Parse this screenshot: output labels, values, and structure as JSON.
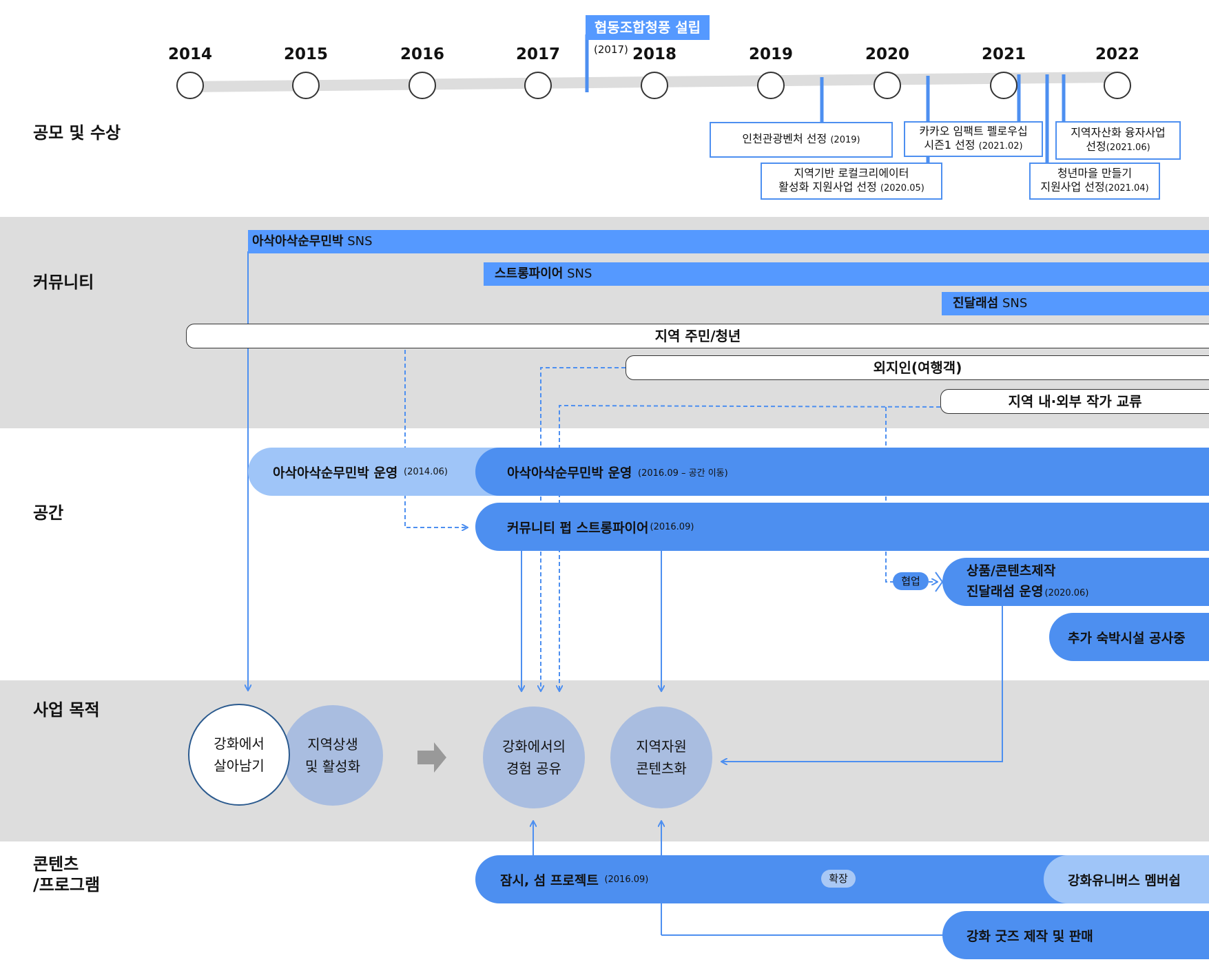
{
  "sections": {
    "awards": "공모 및 수상",
    "community": "커뮤니티",
    "space": "공간",
    "purpose": "사업 목적",
    "content_line1": "콘텐츠",
    "content_line2": "/프로그램"
  },
  "timeline": {
    "years": [
      "2014",
      "2015",
      "2016",
      "2017",
      "2018",
      "2019",
      "2020",
      "2021",
      "2022"
    ],
    "founding_label": "협동조합청풍 설립",
    "founding_year": "(2017)"
  },
  "awards": {
    "a1_line1": "인천관광벤처 선정",
    "a1_date": "(2019)",
    "a2_line1": "지역기반 로컬크리에이터",
    "a2_line2": "활성화 지원사업 선정",
    "a2_date": "(2020.05)",
    "a3_line1": "카카오 임팩트 펠로우십",
    "a3_line2": "시즌1 선정",
    "a3_date": "(2021.02)",
    "a4_line1": "청년마을 만들기",
    "a4_line2": "지원사업 선정",
    "a4_date": "(2021.04)",
    "a5_line1": "지역자산화 융자사업",
    "a5_line2": "선정",
    "a5_date": "(2021.06)"
  },
  "community": {
    "sns1_name": "아삭아삭순무민박",
    "sns1_suffix": "SNS",
    "sns2_name": "스트롱파이어",
    "sns2_suffix": "SNS",
    "sns3_name": "진달래섬",
    "sns3_suffix": "SNS",
    "group1": "지역 주민/청년",
    "group2": "외지인(여행객)",
    "group3": "지역 내·외부 작가 교류"
  },
  "space": {
    "s1_name": "아삭아삭순무민박 운영",
    "s1_date": "(2014.06)",
    "s2_name": "아삭아삭순무민박 운영",
    "s2_date": "(2016.09 – 공간 이동)",
    "s3_name": "커뮤니티 펍 스트롱파이어",
    "s3_date": "(2016.09)",
    "collab": "협업",
    "s4_line1": "상품/콘텐츠제작",
    "s4_line2": "진달래섬 운영",
    "s4_date": "(2020.06)",
    "s5_name": "추가 숙박시설 공사중"
  },
  "purpose": {
    "c1_line1": "강화에서",
    "c1_line2": "살아남기",
    "c2_line1": "지역상생",
    "c2_line2": "및 활성화",
    "c3_line1": "강화에서의",
    "c3_line2": "경험 공유",
    "c4_line1": "지역자원",
    "c4_line2": "콘텐츠화"
  },
  "content": {
    "p1_name": "잠시, 섬 프로젝트",
    "p1_date": "(2016.09)",
    "expand": "확장",
    "p2_name": "강화유니버스 멤버쉽",
    "p3_name": "강화 굿즈 제작 및 판매"
  },
  "colors": {
    "blue": "#4d8ff0",
    "light_blue": "#9fc5f8",
    "sns_blue": "#5599ff",
    "circle_fill": "#a9bde0",
    "band_gray": "#dddddd"
  }
}
